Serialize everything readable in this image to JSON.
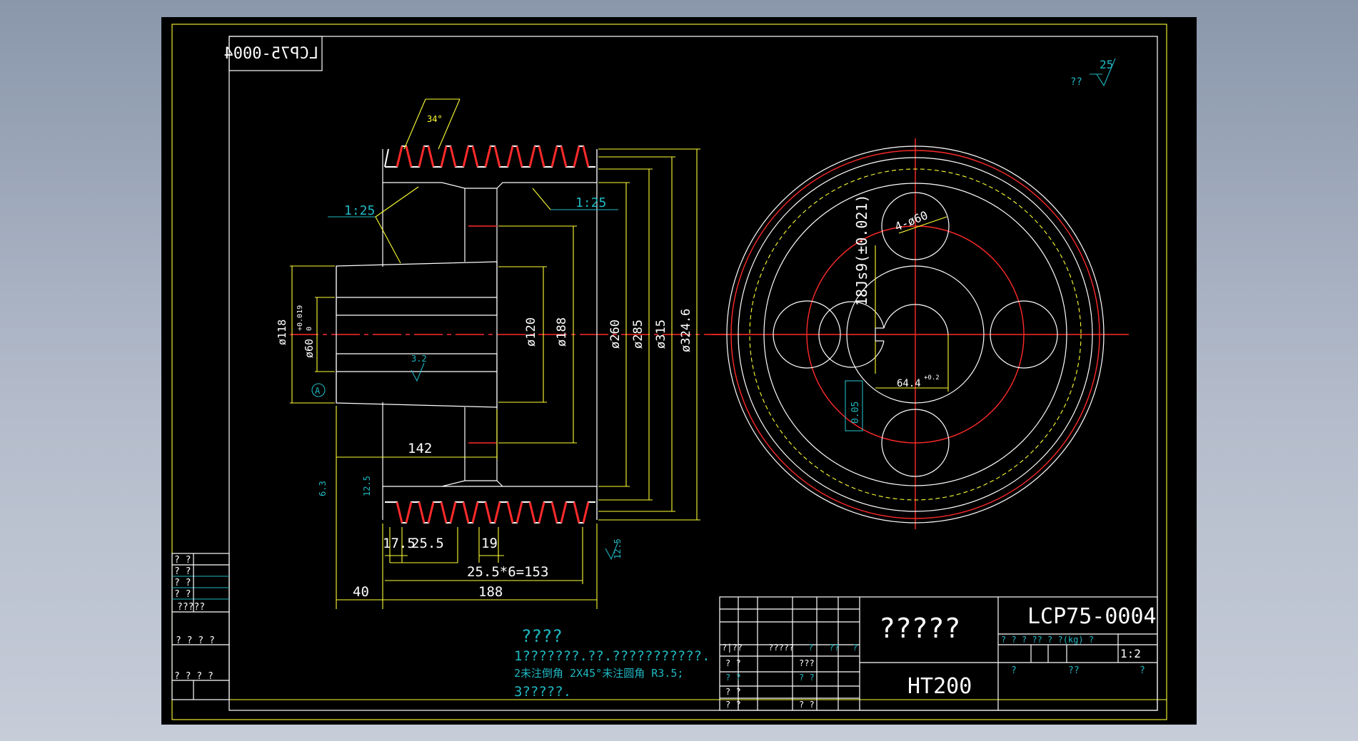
{
  "drawing": {
    "number": "LCP75-0004",
    "number_mirrored": "LCP75-0004",
    "title": "?????",
    "material": "HT200",
    "scale": "1:2",
    "roughness_default": {
      "prefix": "??",
      "value": "25"
    }
  },
  "dimensions": {
    "d118": "ø118",
    "d60": "ø60",
    "d60_tol": "+0.019",
    "d60_tol2": "0",
    "d120": "ø120",
    "d188": "ø188",
    "d260": "ø260",
    "d285": "ø285",
    "d315": "ø315",
    "d3246": "ø324.6",
    "hub_len": "142",
    "groove_start": "17.5",
    "groove_pitch": "25.5",
    "groove_w": "19",
    "grooves_total": "25.5*6=153",
    "left_off": "40",
    "width": "188",
    "angle": "34°",
    "taper_l": "1:25",
    "taper_r": "1:25",
    "holes": "4-ø60",
    "keyway": "18Js9(±0.021)",
    "key_depth": "64.4",
    "key_depth_tol": "+0.2",
    "sym_tol": "0.05",
    "datum": "A",
    "rough_32": "3.2",
    "rough_63": "6.3",
    "rough_125a": "12.5",
    "rough_125b": "12.5"
  },
  "notes": {
    "heading": "????",
    "line1": "1???????.??.???????????.",
    "line2": "2未注倒角 2X45°未注圆角 R3.5;",
    "line3": "3?????."
  },
  "title_block": {
    "r1": "?|??",
    "r1b": "?????",
    "r1c": "?",
    "r1d": "??",
    "r1e": "?",
    "r2": "? ?",
    "r2b": "???",
    "r3": "? ?",
    "r3b": "? ?",
    "r4": "? ?",
    "r5": "? ?",
    "r5b": "? ?",
    "hdr": "? ? ? ?? ? ?(kg) ?",
    "q1": "?",
    "q2": "??",
    "q3": "?"
  },
  "side_table": {
    "a": "? ?",
    "b": "? ?",
    "c": "? ?",
    "d": "? ?",
    "e": "?????",
    "f": "? ? ? ?",
    "g": "? ? ?   ?"
  }
}
